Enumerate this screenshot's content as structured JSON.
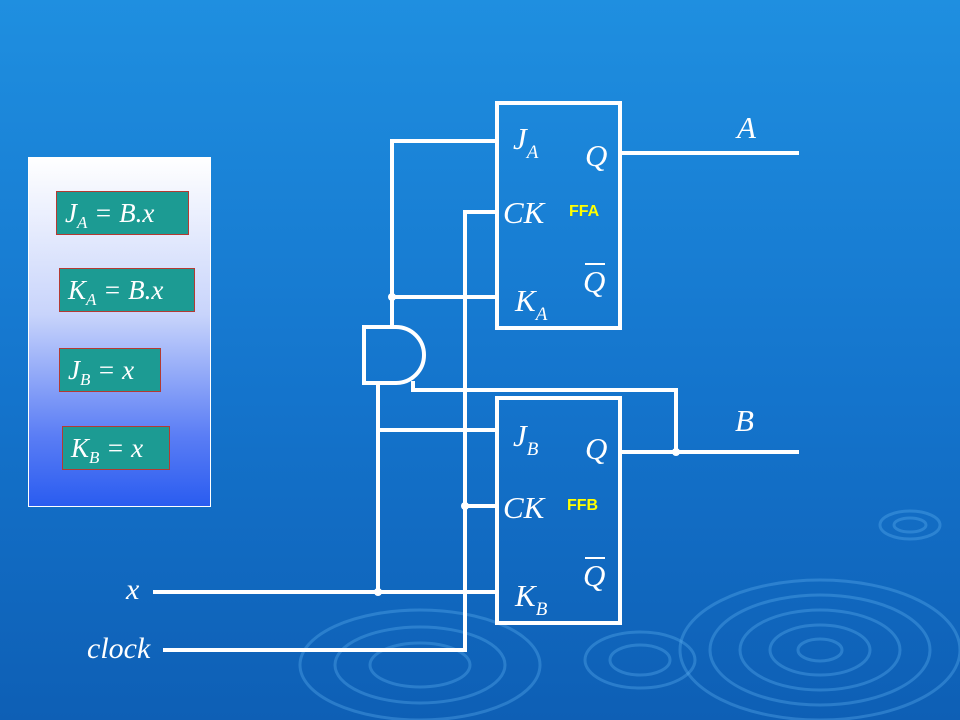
{
  "equations": {
    "ja": {
      "main": "J",
      "sub": "A",
      "rest": " = B.x"
    },
    "ka": {
      "main": "K",
      "sub": "A",
      "rest": " = B.x"
    },
    "jb": {
      "main": "J",
      "sub": "B",
      "rest": " = x"
    },
    "kb": {
      "main": "K",
      "sub": "B",
      "rest": " = x"
    }
  },
  "flipflop_a": {
    "name": "FFA",
    "j": {
      "main": "J",
      "sub": "A"
    },
    "ck": "CK",
    "k": {
      "main": "K",
      "sub": "A"
    },
    "q": "Q",
    "qbar": "Q"
  },
  "flipflop_b": {
    "name": "FFB",
    "j": {
      "main": "J",
      "sub": "B"
    },
    "ck": "CK",
    "k": {
      "main": "K",
      "sub": "B"
    },
    "q": "Q",
    "qbar": "Q"
  },
  "signals": {
    "output_a": "A",
    "output_b": "B",
    "input_x": "x",
    "input_clock": "clock"
  },
  "colors": {
    "background": "#1474cc",
    "wire": "#ffffff",
    "equation_box": "#1c9b93",
    "equation_border": "#b43a32",
    "ff_label": "#ffff00"
  }
}
